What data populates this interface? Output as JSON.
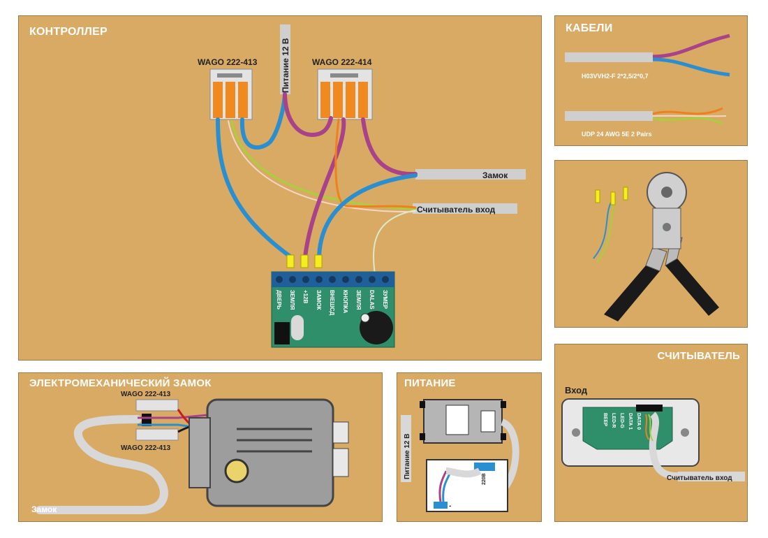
{
  "controller": {
    "title": "КОНТРОЛЛЕР",
    "wago_left": "WAGO 222-413",
    "wago_right": "WAGO 222-414",
    "power_label": "Питание 12 В",
    "lock_label": "Замок",
    "reader_in_label": "Считыватель вход",
    "terminals": [
      "ДВЕРЬ",
      "ЗЕМЛЯ",
      "+12В",
      "ЗАМОК",
      "ВНЕШСД",
      "КНОПКА",
      "ЗЕМЛЯ",
      "DALAS",
      "ЗУМЕР"
    ]
  },
  "cables": {
    "title": "КАБЕЛИ",
    "cable1": "H03VVH2-F  2*2,5/2*0,7",
    "cable2": "UDP 24 AWG 5E 2 Pairs"
  },
  "lock_panel": {
    "title": "ЭЛЕКТРОМЕХАНИЧЕСКИЙ ЗАМОК",
    "wago_top": "WAGO 222-413",
    "wago_bottom": "WAGO 222-413",
    "lock_label": "Замок"
  },
  "power_panel": {
    "title": "ПИТАНИЕ",
    "power_label": "Питание 12 В",
    "psu_mark": "220В",
    "terminal_minus": "-"
  },
  "reader_panel": {
    "title": "СЧИТЫВАТЕЛЬ",
    "input_label": "Вход",
    "reader_in_label": "Считыватель вход",
    "pins": [
      "BEEP",
      "LED-R",
      "LED-G",
      "DATA 1",
      "DATA 0"
    ]
  },
  "colors": {
    "panel_bg": "#d9aa63",
    "wire_blue": "#2a8fd0",
    "wire_purple": "#a8438a",
    "wire_orange": "#f0801e",
    "wire_green": "#a9cf3c",
    "pcb_green": "#2f8f6a"
  }
}
